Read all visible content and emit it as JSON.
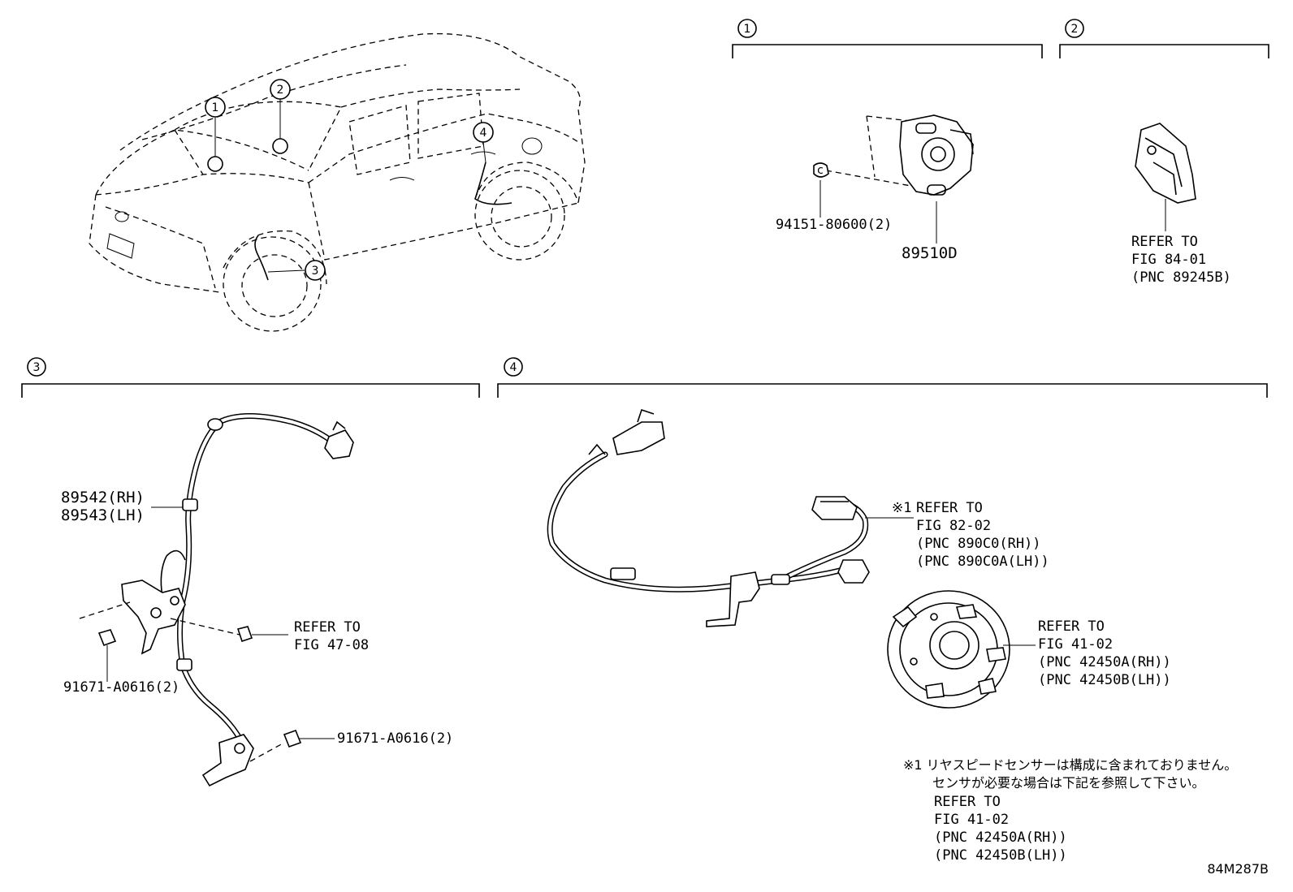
{
  "callouts": [
    "1",
    "2",
    "3",
    "4"
  ],
  "section1": {
    "clip_part": "94151-80600(2)",
    "sensor_part": "89510D"
  },
  "section2": {
    "refer": "REFER TO",
    "fig": "FIG 84-01",
    "pnc": "(PNC 89245B)"
  },
  "section3": {
    "sensor_rh": "89542(RH)",
    "sensor_lh": "89543(LH)",
    "refer": "REFER TO",
    "fig": "FIG 47-08",
    "bolt_left": "91671-A0616(2)",
    "bolt_right": "91671-A0616(2)"
  },
  "section4": {
    "note_mark": "※1",
    "refer1": "REFER TO",
    "fig1": "FIG 82-02",
    "pnc1a": "(PNC 890C0(RH))",
    "pnc1b": "(PNC 890C0A(LH))",
    "refer2": "REFER TO",
    "fig2": "FIG 41-02",
    "pnc2a": "(PNC 42450A(RH))",
    "pnc2b": "(PNC 42450B(LH))"
  },
  "footnote": {
    "line1": "※1 リヤスピードセンサーは構成に含まれておりません。",
    "line2": "センサが必要な場合は下記を参照して下さい。",
    "refer": "REFER TO",
    "fig": "FIG 41-02",
    "pnc1": "(PNC 42450A(RH))",
    "pnc2": "(PNC 42450B(LH))"
  },
  "figure_code": "84M287B"
}
